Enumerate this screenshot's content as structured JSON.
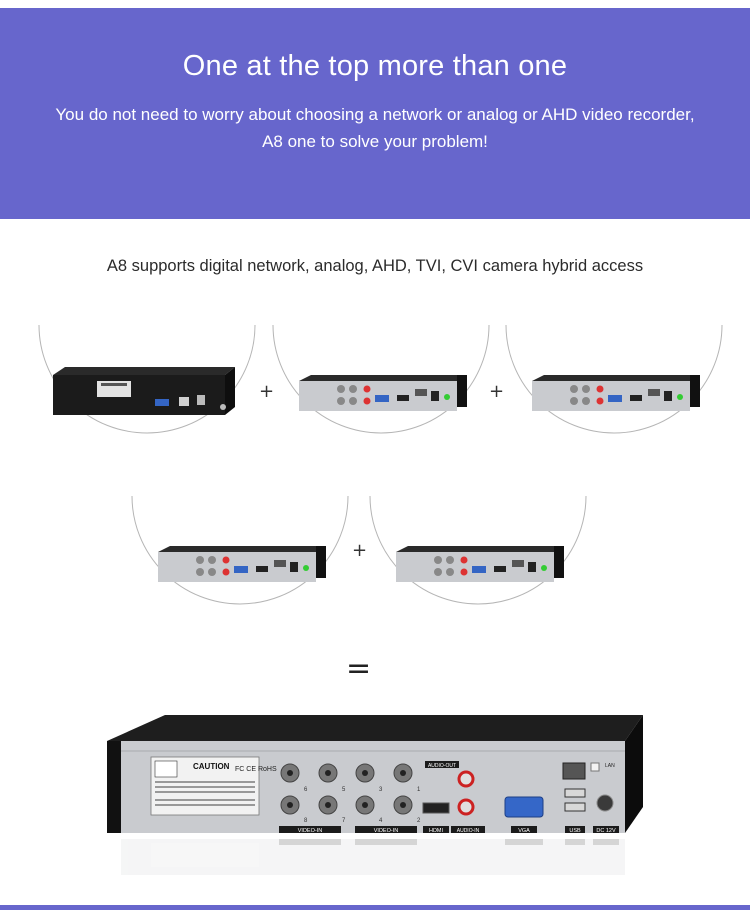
{
  "banner": {
    "title": "One at the top more than one",
    "subtitle_line1": "You do not need to worry about choosing a network or analog or AHD video recorder,",
    "subtitle_line2": "A8 one to solve your problem!"
  },
  "tagline": "A8 supports digital network, analog, AHD, TVI, CVI camera hybrid access",
  "operators": {
    "plus": "+",
    "equals": "="
  },
  "dvr_labels": {
    "caution_title": "CAUTION",
    "cert": "FC CE RoHS",
    "audio_out": "AUDIO-OUT",
    "video_in_1": "VIDEO-IN",
    "video_in_2": "VIDEO-IN",
    "hdmi": "HDMI",
    "audio_in": "AUDIO-IN",
    "vga": "VGA",
    "usb": "USB",
    "dc": "DC 12V",
    "lan": "LAN",
    "port_5": "5",
    "port_6": "6",
    "port_7": "7",
    "port_8": "8",
    "port_1": "1",
    "port_2": "2",
    "port_3": "3",
    "port_4": "4"
  },
  "colors": {
    "banner": "#6766cc",
    "device_dark": "#1b1b1b",
    "panel": "#c9cbcf"
  }
}
